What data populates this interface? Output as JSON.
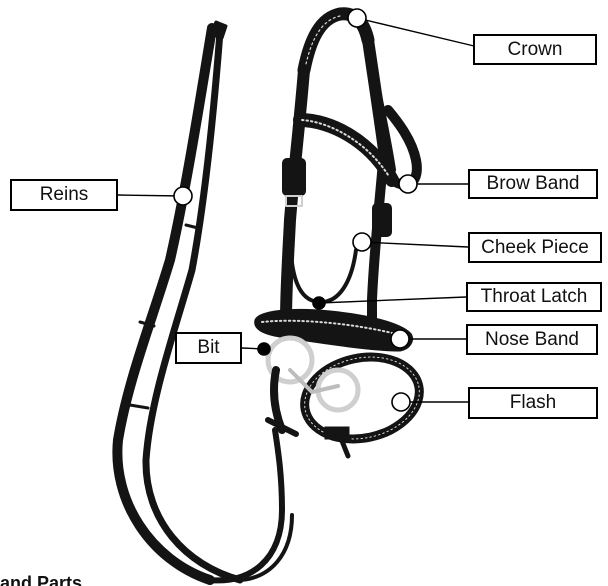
{
  "diagram": {
    "labels": {
      "crown": "Crown",
      "reins": "Reins",
      "brow_band": "Brow Band",
      "cheek_piece": "Cheek Piece",
      "throat_latch": "Throat Latch",
      "nose_band": "Nose Band",
      "bit": "Bit",
      "flash": "Flash"
    },
    "footer_text": "and Parts"
  },
  "colors": {
    "leather": "#141414",
    "stitching": "#d8d8d8",
    "line": "#000000",
    "marker_fill": "#ffffff",
    "marker_filled": "#000000",
    "metal": "#cfcfcf"
  }
}
